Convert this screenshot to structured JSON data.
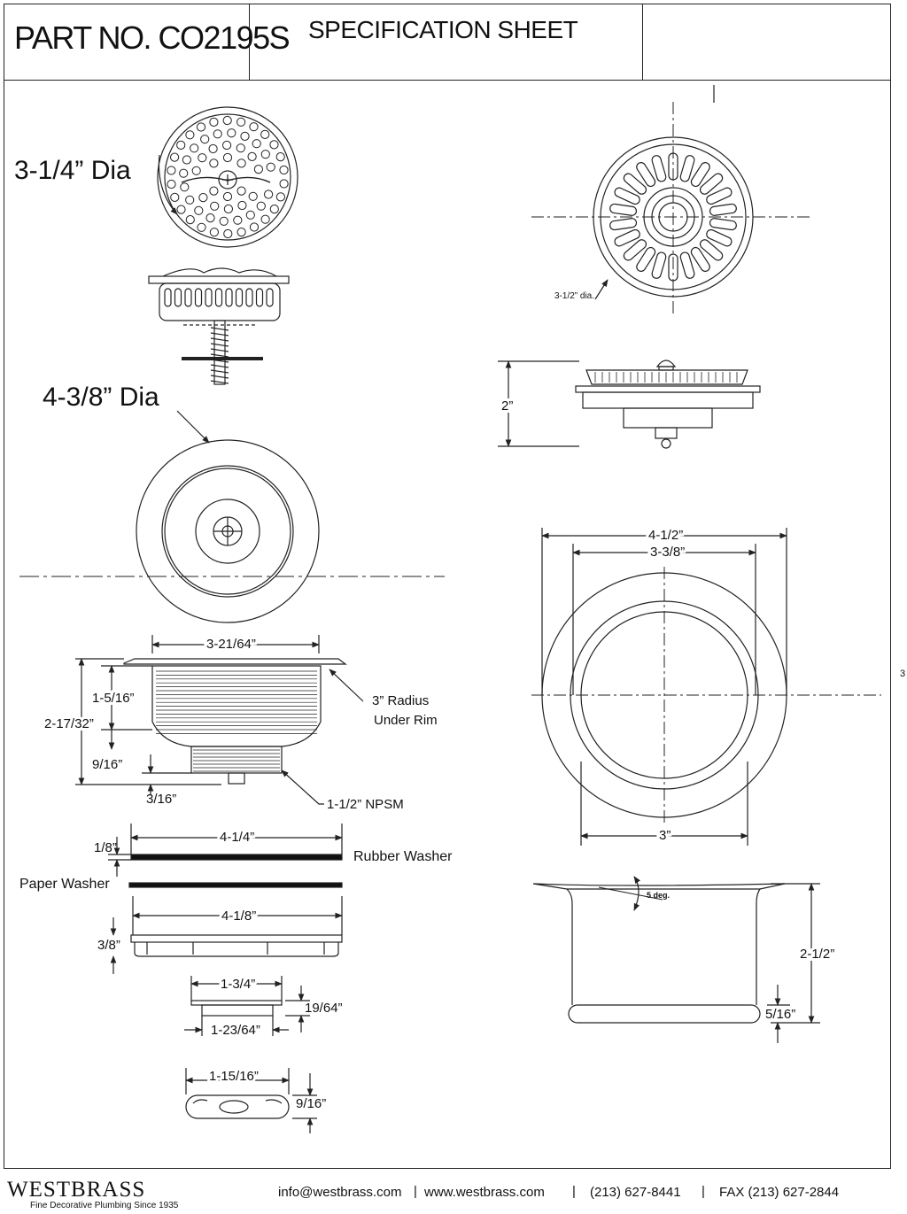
{
  "header": {
    "part_no": "PART NO. CO2195S",
    "title": "SPECIFICATION SHEET"
  },
  "labels": {
    "basket_dia": "3-1/4” Dia",
    "flange_dia": "4-3/8” Dia",
    "width_body": "3-21/64”",
    "h_upper": "1-5/16”",
    "h_total": "2-17/32”",
    "h_lower": "9/16”",
    "h_nub": "3/16”",
    "radius": "3” Radius",
    "under_rim": "Under Rim",
    "npsm": "1-1/2” NPSM",
    "w_rubber": "4-1/4”",
    "t_rubber": "1/8”",
    "rubber": "Rubber Washer",
    "paper": "Paper Washer",
    "w_nut": "4-1/8”",
    "h_nut": "3/8”",
    "w_ring_top": "1-3/4”",
    "h_ring": "19/64”",
    "w_ring_bot": "1-23/64”",
    "w_gasket": "1-15/16”",
    "h_gasket": "9/16”",
    "stopper_dia": "3-1/2” dia.",
    "stopper_h": "2”",
    "flange_outer": "4-1/2”",
    "flange_inner": "3-3/8”",
    "flange_bottom": "3”",
    "angle": "5 deg.",
    "sleeve_h": "2-1/2”",
    "sleeve_bead": "5/16”",
    "edge_mark": "3"
  },
  "footer": {
    "brand": "WESTBRASS",
    "tagline": "Fine Decorative Plumbing Since 1935",
    "email": "info@westbrass.com",
    "website": "www.westbrass.com",
    "phone": "(213) 627-8441",
    "fax": "FAX (213) 627-2844",
    "separator": "|"
  }
}
